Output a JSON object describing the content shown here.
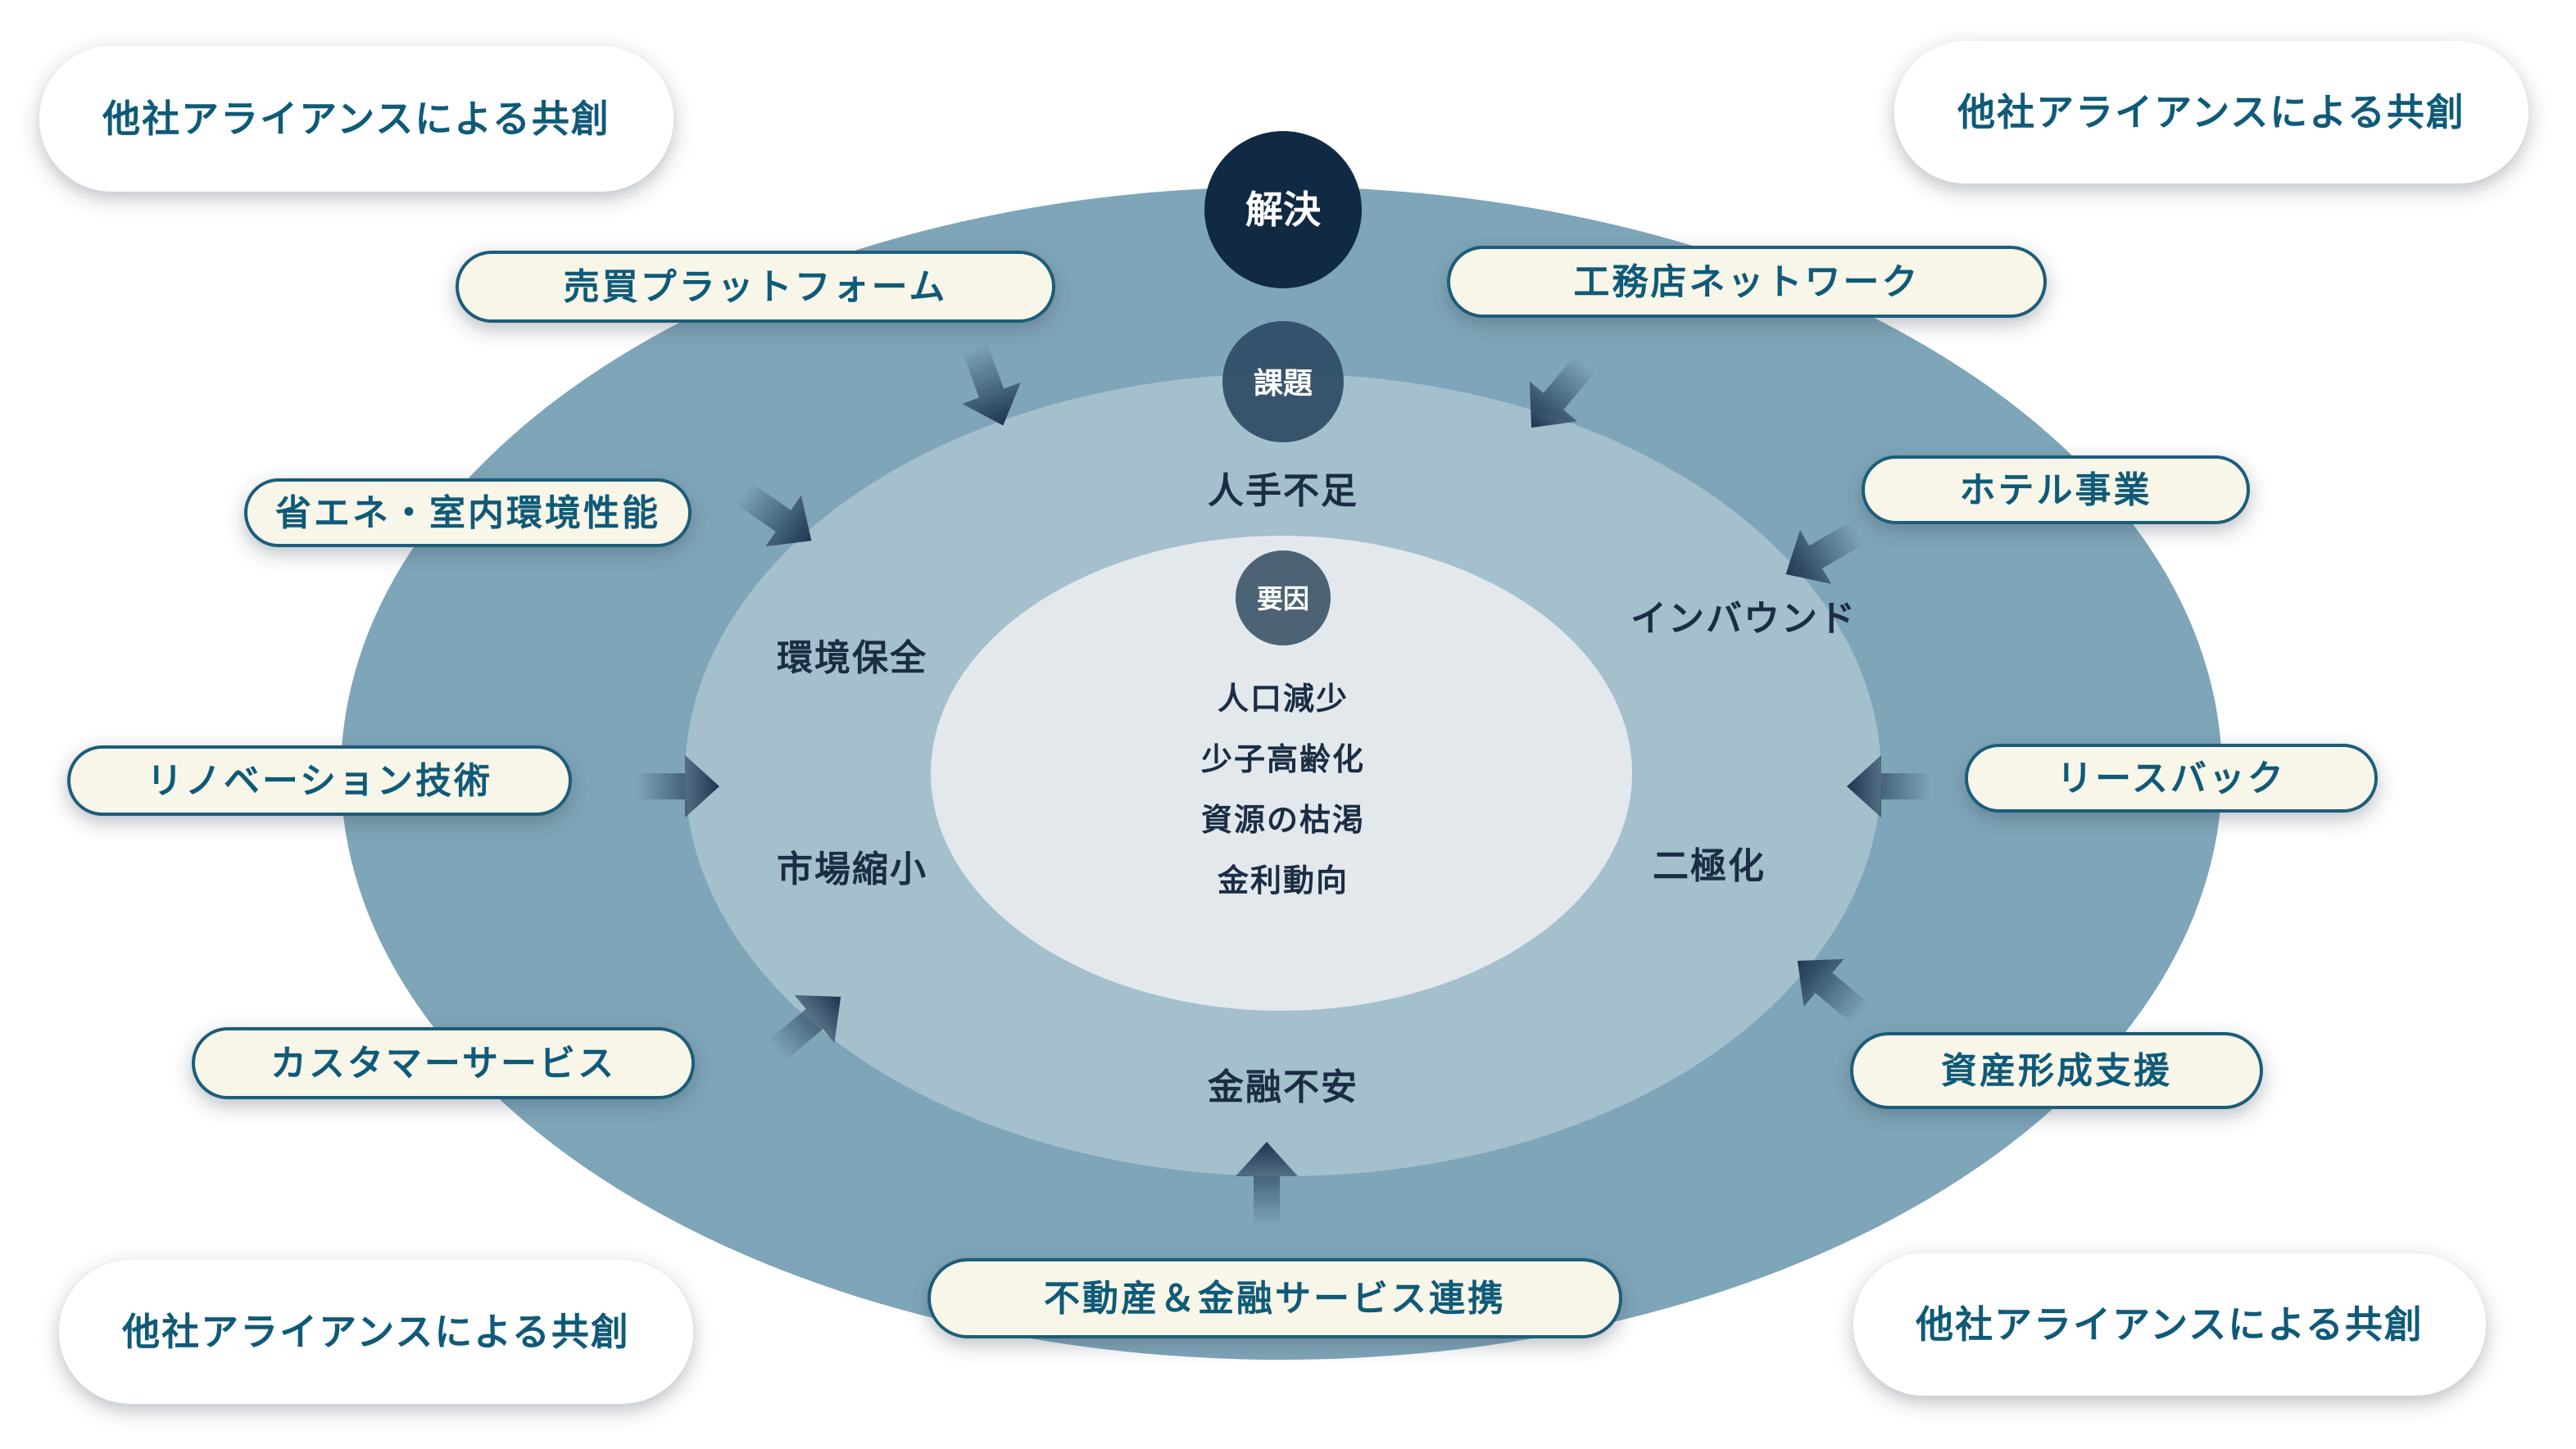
{
  "solution_badge": "解決",
  "issue_badge": "課題",
  "cause_badge": "要因",
  "causes": [
    "人口減少",
    "少子高齢化",
    "資源の枯渇",
    "金利動向"
  ],
  "issues": [
    "人手不足",
    "環境保全",
    "インバウンド",
    "市場縮小",
    "二極化",
    "金融不安"
  ],
  "solutions": [
    "売買プラットフォーム",
    "工務店ネットワーク",
    "省エネ・室内環境性能",
    "ホテル事業",
    "リノベーション技術",
    "リースバック",
    "カスタマーサービス",
    "資産形成支援",
    "不動産＆金融サービス連携"
  ],
  "alliances": [
    "他社アライアンスによる共創",
    "他社アライアンスによる共創",
    "他社アライアンスによる共創",
    "他社アライアンスによる共創"
  ],
  "colors": {
    "outer": "#7ea5b8",
    "middle": "#a3c0cc",
    "inner": "#e2e8ec",
    "solution_badge": "#112a44",
    "pill_fill": "#f8f6e8",
    "pill_border": "#1c5d7a",
    "text": "#0f5a78"
  }
}
